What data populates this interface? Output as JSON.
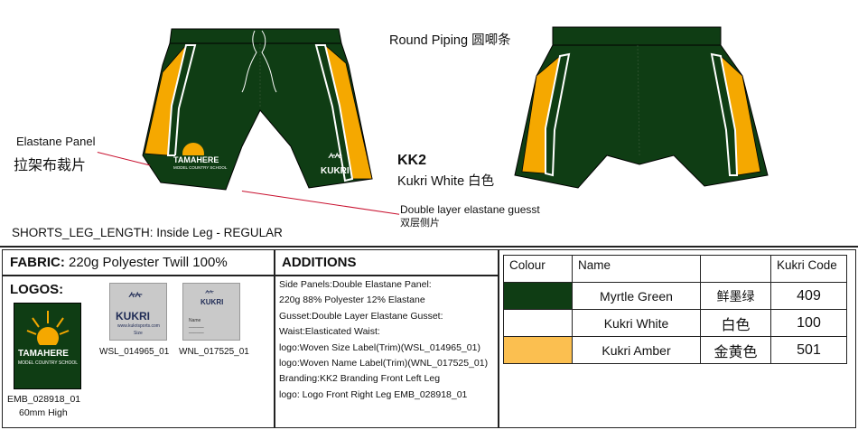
{
  "drawing": {
    "round_piping": "Round Piping 圆唧条",
    "elastane_panel_en": "Elastane Panel",
    "elastane_panel_cn": "拉架布裁片",
    "code": "KK2",
    "color_name": "Kukri White 白色",
    "gusset_en": "Double layer elastane guesst",
    "gusset_cn": "双层侧片",
    "leg_length": "SHORTS_LEG_LENGTH: Inside Leg - REGULAR",
    "brand_on_garment": "KUKRI",
    "school_logo_main": "TAMAHERE",
    "school_logo_sub": "MODEL COUNTRY SCHOOL"
  },
  "fabric": {
    "label": "FABRIC:",
    "value": "220g Polyester Twill 100%"
  },
  "logos": {
    "label": "LOGOS:",
    "emb_code": "EMB_028918_01",
    "emb_size": "60mm High",
    "wsl_code": "WSL_014965_01",
    "wnl_code": "WNL_017525_01",
    "wsl_brand": "KUKRI",
    "wsl_url": "www.kukrisports.com",
    "wsl_size": "Size",
    "wnl_brand": "KUKRI",
    "wnl_name": "Name",
    "wnl_line": "______",
    "wnl_phone": "______"
  },
  "additions": {
    "label": "ADDITIONS",
    "lines": [
      "Side Panels:Double Elastane Panel:",
      "220g 88% Polyester 12% Elastane",
      "Gusset:Double Layer Elastane Gusset:",
      "Waist:Elasticated Waist:",
      "logo:Woven Size Label(Trim)(WSL_014965_01)",
      "logo:Woven Name Label(Trim)(WNL_017525_01)",
      "Branding:KK2 Branding Front Left Leg",
      "logo: Logo Front Right Leg EMB_028918_01"
    ]
  },
  "colours": {
    "headers": [
      "Colour",
      "Name",
      "",
      "Kukri Code"
    ],
    "rows": [
      {
        "name": "Myrtle Green",
        "cn": "鲜墨绿",
        "code": "409",
        "swatch": "#0f3d14"
      },
      {
        "name": "Kukri White",
        "cn": "白色",
        "code": "100",
        "swatch": "#ffffff"
      },
      {
        "name": "Kukri Amber",
        "cn": "金黄色",
        "code": "501",
        "swatch": "#fbbf50"
      }
    ]
  },
  "palette": {
    "green": "#0f3d14",
    "amber": "#f5a800",
    "leader": "#c8102e"
  }
}
